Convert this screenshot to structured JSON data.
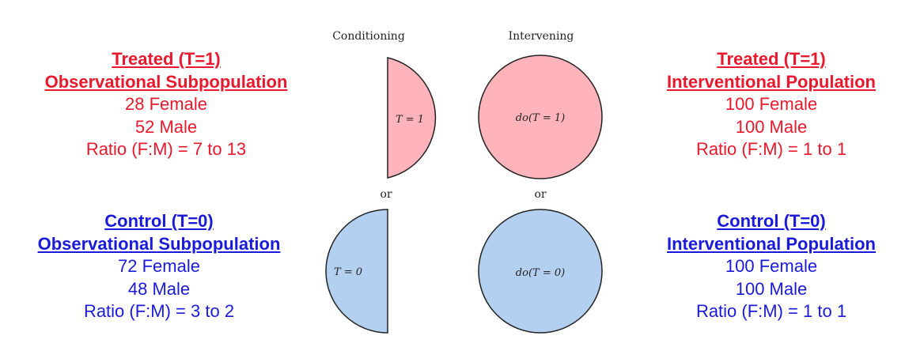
{
  "headers": {
    "conditioning": "Conditioning",
    "intervening": "Intervening"
  },
  "shapes": {
    "cond_treated": "T = 1",
    "cond_control": "T = 0",
    "int_treated": "do(T = 1)",
    "int_control": "do(T = 0)",
    "or_left": "or",
    "or_right": "or"
  },
  "colors": {
    "treated_text": "#e8192c",
    "control_text": "#1a1adb",
    "treated_fill": "#ffb3ba",
    "control_fill": "#b3d0f0"
  },
  "panels": {
    "treated_obs": {
      "title": "Treated (T=1)",
      "subtitle": "Observational Subpopulation",
      "female": "28 Female",
      "male": "52 Male",
      "ratio": "Ratio (F:M) = 7 to 13"
    },
    "treated_int": {
      "title": "Treated (T=1)",
      "subtitle": "Interventional Population",
      "female": "100 Female",
      "male": "100 Male",
      "ratio": "Ratio (F:M) = 1 to 1"
    },
    "control_obs": {
      "title": "Control (T=0)",
      "subtitle": "Observational Subpopulation",
      "female": "72 Female",
      "male": "48 Male",
      "ratio": "Ratio (F:M) = 3 to 2"
    },
    "control_int": {
      "title": "Control (T=0)",
      "subtitle": "Interventional Population",
      "female": "100 Female",
      "male": "100 Male",
      "ratio": "Ratio (F:M) = 1 to 1"
    }
  }
}
